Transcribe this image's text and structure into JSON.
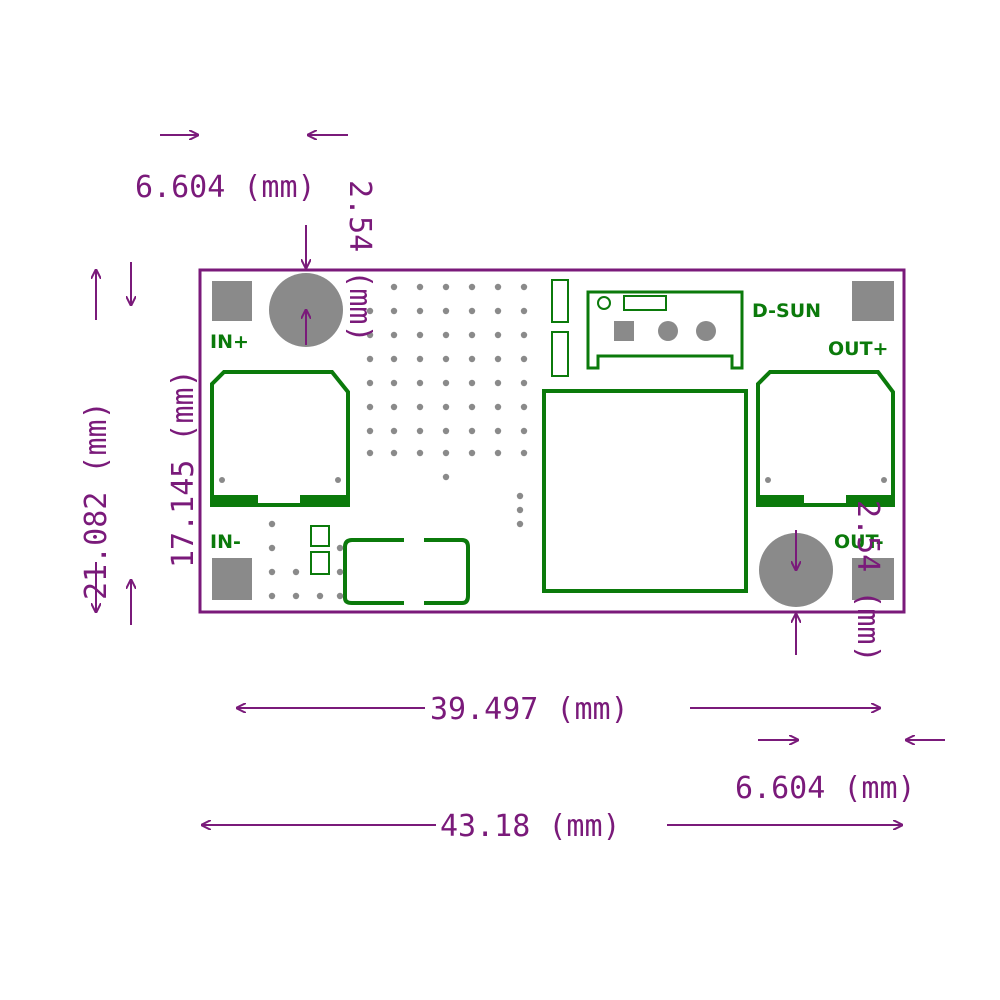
{
  "colors": {
    "dimension": "#7a1a7a",
    "silkscreen": "#0b7a0b",
    "pad": "#8a8a8a",
    "background": "#ffffff"
  },
  "board": {
    "labels": {
      "in_plus": "IN+",
      "in_minus": "IN-",
      "out_plus": "OUT+",
      "out_minus": "OUT-",
      "brand": "D-SUN"
    }
  },
  "dimensions": {
    "top_left_hole_spacing": "6.604 (mm)",
    "left_hole_offset": "2.54 (mm)",
    "board_height": "21.082 (mm)",
    "hole_span_height": "17.145 (mm)",
    "hole_span_width": "39.497 (mm)",
    "bottom_right_hole_spacing": "6.604 (mm)",
    "right_hole_offset": "2.54 (mm)",
    "board_width": "43.18 (mm)"
  }
}
